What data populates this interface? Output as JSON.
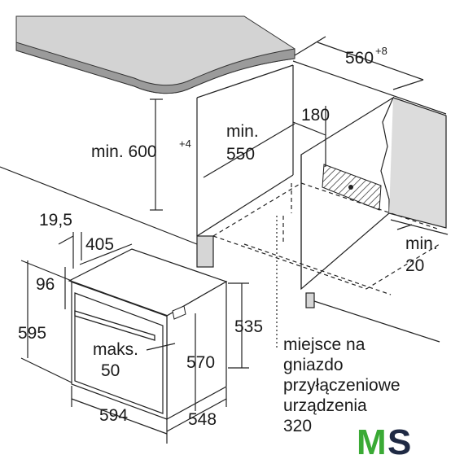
{
  "dimensions": {
    "cabinet_width": {
      "value": "560",
      "sup": "+8"
    },
    "cabinet_height": {
      "prefix": "min. ",
      "value": "600",
      "sup": "+4"
    },
    "cabinet_depth": {
      "line1": "min.",
      "line2": "550"
    },
    "rear_gap": "180",
    "side_clearance": {
      "line1": "min.",
      "line2": "20"
    },
    "oven_panel_top": "19,5",
    "oven_body_depth": "405",
    "oven_panel_offset": "96",
    "oven_height": "595",
    "oven_body_height": "535",
    "oven_height_inner": "570",
    "handle_projection": {
      "line1": "maks.",
      "line2": "50"
    },
    "oven_width": "594",
    "oven_depth": "548"
  },
  "note": {
    "lines": [
      "miejsce na",
      "gniazdo",
      "przyłączeniowe",
      "urządzenia",
      "320"
    ]
  },
  "logo": {
    "letter1": "M",
    "letter2": "S",
    "color1": "#3aaa35",
    "color2": "#1f2a44"
  }
}
